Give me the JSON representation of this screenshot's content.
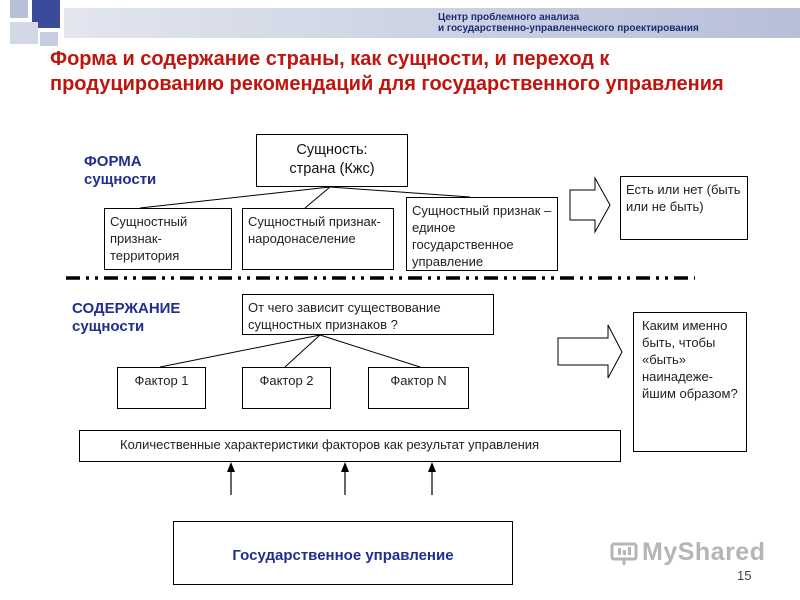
{
  "header": {
    "org_line1": "Центр проблемного анализа",
    "org_line2": "и государственно-управленческого проектирования"
  },
  "title": "Форма и содержание страны, как сущности, и переход к продуцированию рекомендаций для государственного управления",
  "forma": {
    "line1": "ФОРМА",
    "line2": "сущности"
  },
  "soderzhanie": {
    "line1": "СОДЕРЖАНИЕ",
    "line2": "сущности"
  },
  "top_box": {
    "line1": "Сущность:",
    "line2": "страна  (Кжс)"
  },
  "feature_boxes": [
    "Сущностный признак-территория",
    "Сущностный признак-народонаселение",
    "Сущностный признак – единое государственное управление"
  ],
  "right_top": "Есть или нет (быть или не быть)",
  "depends_box": "От чего зависит существование сущностных признаков ?",
  "factors": [
    "Фактор 1",
    "Фактор 2",
    "Фактор N"
  ],
  "quant_box": "Количественные характеристики факторов как результат управления",
  "right_bottom": "Каким именно быть, чтобы «быть» наинадеже-йшим образом?",
  "gov_box": "Государственное управление",
  "watermark": "MyShared",
  "page_number": "15",
  "colors": {
    "title": "#c0150f",
    "label": "#1f2e8f",
    "header": "#1a2d73"
  },
  "icons": {
    "deco": "square-pattern",
    "logo": "myshared-logo-icon",
    "arrows": "right-block-arrow-icon"
  }
}
